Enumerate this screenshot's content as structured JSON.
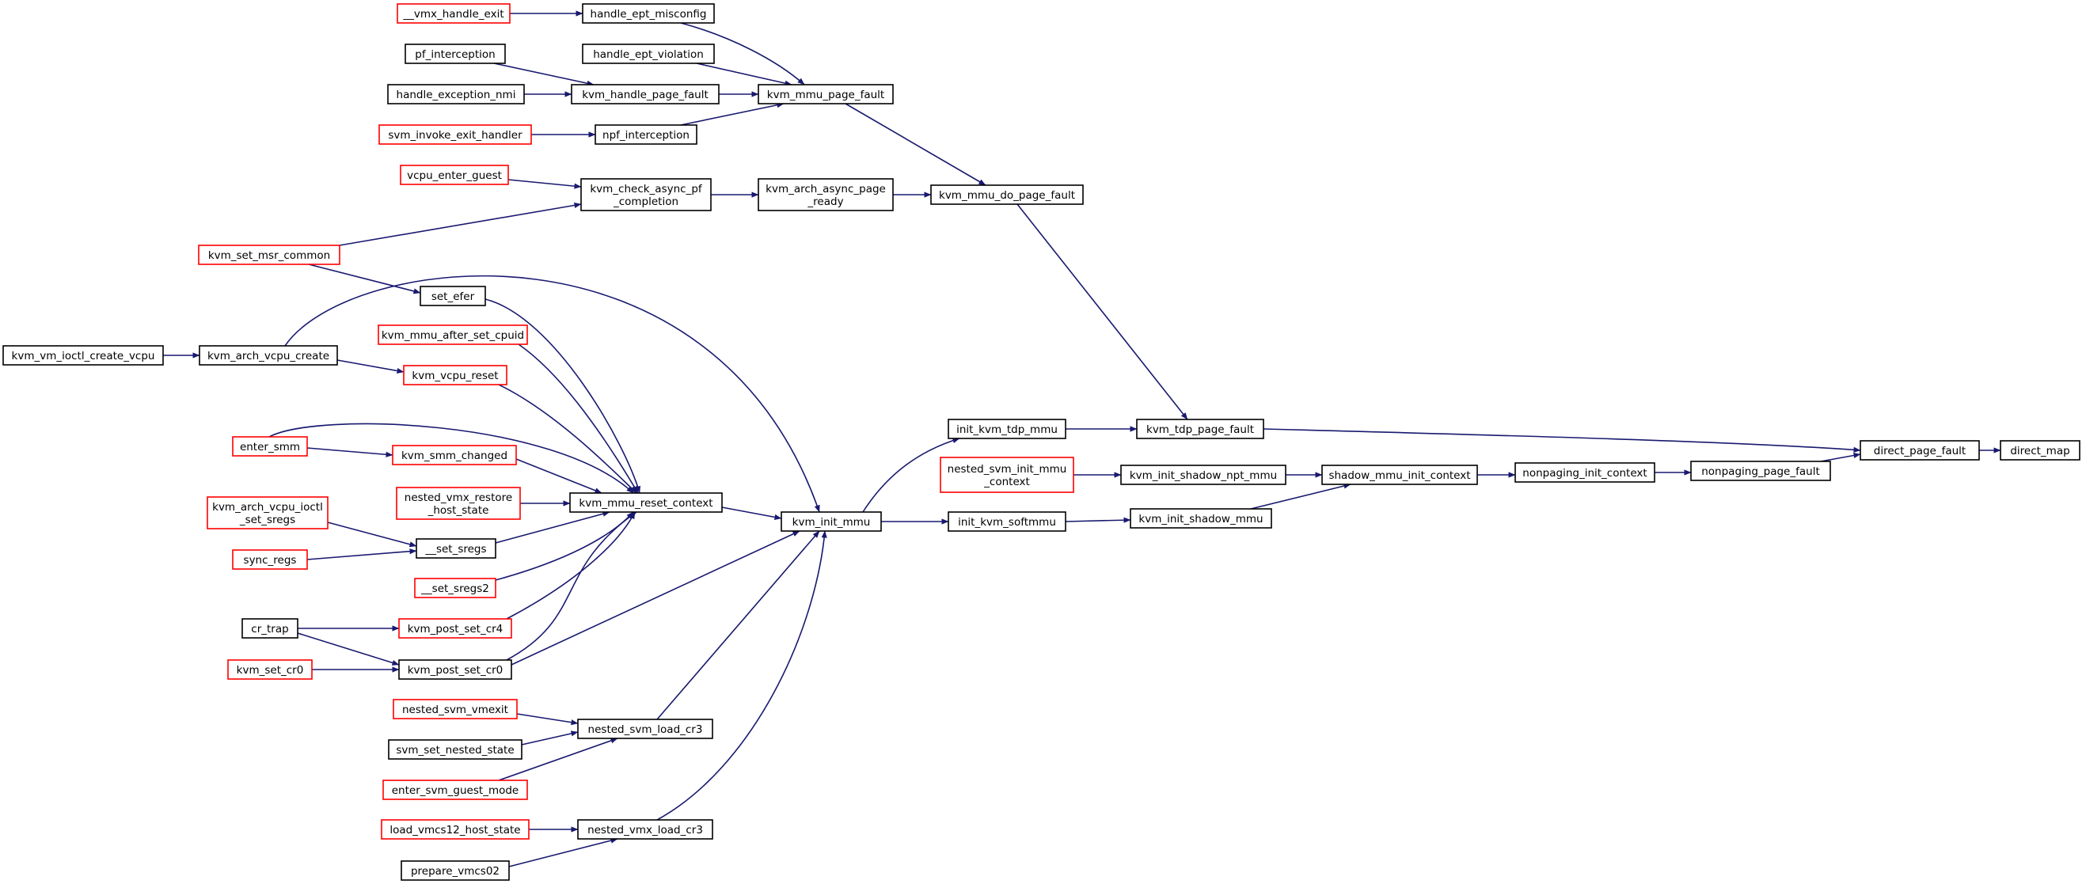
{
  "colors": {
    "edge": "#191970",
    "border_default": "#000000",
    "border_external": "#ff0000",
    "highlight_fill": "#999999"
  },
  "nodes": [
    {
      "id": "direct_map",
      "label": [
        "direct_map"
      ],
      "style": "highlight"
    },
    {
      "id": "direct_page_fault",
      "label": [
        "direct_page_fault"
      ],
      "style": "normal"
    },
    {
      "id": "kvm_tdp_page_fault",
      "label": [
        "kvm_tdp_page_fault"
      ],
      "style": "normal"
    },
    {
      "id": "nonpaging_page_fault",
      "label": [
        "nonpaging_page_fault"
      ],
      "style": "normal"
    },
    {
      "id": "nonpaging_init_context",
      "label": [
        "nonpaging_init_context"
      ],
      "style": "normal"
    },
    {
      "id": "shadow_mmu_init_context",
      "label": [
        "shadow_mmu_init_context"
      ],
      "style": "normal"
    },
    {
      "id": "kvm_init_shadow_npt_mmu",
      "label": [
        "kvm_init_shadow_npt_mmu"
      ],
      "style": "normal"
    },
    {
      "id": "kvm_init_shadow_mmu",
      "label": [
        "kvm_init_shadow_mmu"
      ],
      "style": "normal"
    },
    {
      "id": "init_kvm_tdp_mmu",
      "label": [
        "init_kvm_tdp_mmu"
      ],
      "style": "normal"
    },
    {
      "id": "nested_svm_init_mmu_context",
      "label": [
        "nested_svm_init_mmu",
        "_context"
      ],
      "style": "external"
    },
    {
      "id": "init_kvm_softmmu",
      "label": [
        "init_kvm_softmmu"
      ],
      "style": "normal"
    },
    {
      "id": "kvm_mmu_do_page_fault",
      "label": [
        "kvm_mmu_do_page_fault"
      ],
      "style": "normal"
    },
    {
      "id": "kvm_arch_async_page_ready",
      "label": [
        "kvm_arch_async_page",
        "_ready"
      ],
      "style": "normal"
    },
    {
      "id": "kvm_mmu_page_fault",
      "label": [
        "kvm_mmu_page_fault"
      ],
      "style": "normal"
    },
    {
      "id": "handle_ept_misconfig",
      "label": [
        "handle_ept_misconfig"
      ],
      "style": "normal"
    },
    {
      "id": "handle_ept_violation",
      "label": [
        "handle_ept_violation"
      ],
      "style": "normal"
    },
    {
      "id": "kvm_handle_page_fault",
      "label": [
        "kvm_handle_page_fault"
      ],
      "style": "normal"
    },
    {
      "id": "npf_interception",
      "label": [
        "npf_interception"
      ],
      "style": "normal"
    },
    {
      "id": "__vmx_handle_exit",
      "label": [
        "__vmx_handle_exit"
      ],
      "style": "external"
    },
    {
      "id": "pf_interception",
      "label": [
        "pf_interception"
      ],
      "style": "normal"
    },
    {
      "id": "handle_exception_nmi",
      "label": [
        "handle_exception_nmi"
      ],
      "style": "normal"
    },
    {
      "id": "svm_invoke_exit_handler",
      "label": [
        "svm_invoke_exit_handler"
      ],
      "style": "external"
    },
    {
      "id": "kvm_check_async_pf_completion",
      "label": [
        "kvm_check_async_pf",
        "_completion"
      ],
      "style": "normal"
    },
    {
      "id": "vcpu_enter_guest",
      "label": [
        "vcpu_enter_guest"
      ],
      "style": "external"
    },
    {
      "id": "kvm_set_msr_common",
      "label": [
        "kvm_set_msr_common"
      ],
      "style": "external"
    },
    {
      "id": "kvm_init_mmu",
      "label": [
        "kvm_init_mmu"
      ],
      "style": "normal"
    },
    {
      "id": "kvm_mmu_reset_context",
      "label": [
        "kvm_mmu_reset_context"
      ],
      "style": "normal"
    },
    {
      "id": "nested_svm_load_cr3",
      "label": [
        "nested_svm_load_cr3"
      ],
      "style": "normal"
    },
    {
      "id": "nested_vmx_load_cr3",
      "label": [
        "nested_vmx_load_cr3"
      ],
      "style": "normal"
    },
    {
      "id": "kvm_arch_vcpu_create",
      "label": [
        "kvm_arch_vcpu_create"
      ],
      "style": "normal"
    },
    {
      "id": "kvm_vm_ioctl_create_vcpu",
      "label": [
        "kvm_vm_ioctl_create_vcpu"
      ],
      "style": "normal"
    },
    {
      "id": "set_efer",
      "label": [
        "set_efer"
      ],
      "style": "normal"
    },
    {
      "id": "kvm_mmu_after_set_cpuid",
      "label": [
        "kvm_mmu_after_set_cpuid"
      ],
      "style": "external"
    },
    {
      "id": "kvm_vcpu_reset",
      "label": [
        "kvm_vcpu_reset"
      ],
      "style": "external"
    },
    {
      "id": "kvm_smm_changed",
      "label": [
        "kvm_smm_changed"
      ],
      "style": "external"
    },
    {
      "id": "enter_smm",
      "label": [
        "enter_smm"
      ],
      "style": "external"
    },
    {
      "id": "nested_vmx_restore_host_state",
      "label": [
        "nested_vmx_restore",
        "_host_state"
      ],
      "style": "external"
    },
    {
      "id": "__set_sregs",
      "label": [
        "__set_sregs"
      ],
      "style": "normal"
    },
    {
      "id": "kvm_arch_vcpu_ioctl_set_sregs",
      "label": [
        "kvm_arch_vcpu_ioctl",
        "_set_sregs"
      ],
      "style": "external"
    },
    {
      "id": "sync_regs",
      "label": [
        "sync_regs"
      ],
      "style": "external"
    },
    {
      "id": "__set_sregs2",
      "label": [
        "__set_sregs2"
      ],
      "style": "external"
    },
    {
      "id": "kvm_post_set_cr4",
      "label": [
        "kvm_post_set_cr4"
      ],
      "style": "external"
    },
    {
      "id": "kvm_post_set_cr0",
      "label": [
        "kvm_post_set_cr0"
      ],
      "style": "normal"
    },
    {
      "id": "cr_trap",
      "label": [
        "cr_trap"
      ],
      "style": "normal"
    },
    {
      "id": "kvm_set_cr0",
      "label": [
        "kvm_set_cr0"
      ],
      "style": "external"
    },
    {
      "id": "nested_svm_vmexit",
      "label": [
        "nested_svm_vmexit"
      ],
      "style": "external"
    },
    {
      "id": "svm_set_nested_state",
      "label": [
        "svm_set_nested_state"
      ],
      "style": "normal"
    },
    {
      "id": "enter_svm_guest_mode",
      "label": [
        "enter_svm_guest_mode"
      ],
      "style": "external"
    },
    {
      "id": "load_vmcs12_host_state",
      "label": [
        "load_vmcs12_host_state"
      ],
      "style": "external"
    },
    {
      "id": "prepare_vmcs02",
      "label": [
        "prepare_vmcs02"
      ],
      "style": "normal"
    }
  ],
  "edges": [
    {
      "from": "direct_page_fault",
      "to": "direct_map"
    },
    {
      "from": "kvm_tdp_page_fault",
      "to": "direct_page_fault"
    },
    {
      "from": "nonpaging_page_fault",
      "to": "direct_page_fault"
    },
    {
      "from": "nonpaging_init_context",
      "to": "nonpaging_page_fault"
    },
    {
      "from": "shadow_mmu_init_context",
      "to": "nonpaging_init_context"
    },
    {
      "from": "kvm_init_shadow_npt_mmu",
      "to": "shadow_mmu_init_context"
    },
    {
      "from": "kvm_init_shadow_mmu",
      "to": "shadow_mmu_init_context"
    },
    {
      "from": "init_kvm_tdp_mmu",
      "to": "kvm_tdp_page_fault"
    },
    {
      "from": "kvm_mmu_do_page_fault",
      "to": "kvm_tdp_page_fault"
    },
    {
      "from": "nested_svm_init_mmu_context",
      "to": "kvm_init_shadow_npt_mmu"
    },
    {
      "from": "init_kvm_softmmu",
      "to": "kvm_init_shadow_mmu"
    },
    {
      "from": "kvm_init_mmu",
      "to": "init_kvm_tdp_mmu"
    },
    {
      "from": "kvm_init_mmu",
      "to": "init_kvm_softmmu"
    },
    {
      "from": "kvm_arch_async_page_ready",
      "to": "kvm_mmu_do_page_fault"
    },
    {
      "from": "kvm_mmu_page_fault",
      "to": "kvm_mmu_do_page_fault"
    },
    {
      "from": "kvm_check_async_pf_completion",
      "to": "kvm_arch_async_page_ready"
    },
    {
      "from": "handle_ept_misconfig",
      "to": "kvm_mmu_page_fault"
    },
    {
      "from": "handle_ept_violation",
      "to": "kvm_mmu_page_fault"
    },
    {
      "from": "kvm_handle_page_fault",
      "to": "kvm_mmu_page_fault"
    },
    {
      "from": "npf_interception",
      "to": "kvm_mmu_page_fault"
    },
    {
      "from": "__vmx_handle_exit",
      "to": "handle_ept_misconfig"
    },
    {
      "from": "pf_interception",
      "to": "kvm_handle_page_fault"
    },
    {
      "from": "handle_exception_nmi",
      "to": "kvm_handle_page_fault"
    },
    {
      "from": "svm_invoke_exit_handler",
      "to": "npf_interception"
    },
    {
      "from": "vcpu_enter_guest",
      "to": "kvm_check_async_pf_completion"
    },
    {
      "from": "kvm_set_msr_common",
      "to": "kvm_check_async_pf_completion"
    },
    {
      "from": "kvm_set_msr_common",
      "to": "set_efer"
    },
    {
      "from": "kvm_mmu_reset_context",
      "to": "kvm_init_mmu"
    },
    {
      "from": "kvm_arch_vcpu_create",
      "to": "kvm_init_mmu"
    },
    {
      "from": "kvm_post_set_cr0",
      "to": "kvm_init_mmu"
    },
    {
      "from": "nested_svm_load_cr3",
      "to": "kvm_init_mmu"
    },
    {
      "from": "nested_vmx_load_cr3",
      "to": "kvm_init_mmu"
    },
    {
      "from": "kvm_vm_ioctl_create_vcpu",
      "to": "kvm_arch_vcpu_create"
    },
    {
      "from": "kvm_arch_vcpu_create",
      "to": "kvm_vcpu_reset"
    },
    {
      "from": "set_efer",
      "to": "kvm_mmu_reset_context"
    },
    {
      "from": "kvm_mmu_after_set_cpuid",
      "to": "kvm_mmu_reset_context"
    },
    {
      "from": "kvm_vcpu_reset",
      "to": "kvm_mmu_reset_context"
    },
    {
      "from": "enter_smm",
      "to": "kvm_mmu_reset_context"
    },
    {
      "from": "kvm_smm_changed",
      "to": "kvm_mmu_reset_context"
    },
    {
      "from": "nested_vmx_restore_host_state",
      "to": "kvm_mmu_reset_context"
    },
    {
      "from": "__set_sregs",
      "to": "kvm_mmu_reset_context"
    },
    {
      "from": "__set_sregs2",
      "to": "kvm_mmu_reset_context"
    },
    {
      "from": "kvm_post_set_cr4",
      "to": "kvm_mmu_reset_context"
    },
    {
      "from": "kvm_post_set_cr0",
      "to": "kvm_mmu_reset_context"
    },
    {
      "from": "enter_smm",
      "to": "kvm_smm_changed"
    },
    {
      "from": "kvm_arch_vcpu_ioctl_set_sregs",
      "to": "__set_sregs"
    },
    {
      "from": "sync_regs",
      "to": "__set_sregs"
    },
    {
      "from": "cr_trap",
      "to": "kvm_post_set_cr4"
    },
    {
      "from": "cr_trap",
      "to": "kvm_post_set_cr0"
    },
    {
      "from": "kvm_set_cr0",
      "to": "kvm_post_set_cr0"
    },
    {
      "from": "nested_svm_vmexit",
      "to": "nested_svm_load_cr3"
    },
    {
      "from": "svm_set_nested_state",
      "to": "nested_svm_load_cr3"
    },
    {
      "from": "enter_svm_guest_mode",
      "to": "nested_svm_load_cr3"
    },
    {
      "from": "load_vmcs12_host_state",
      "to": "nested_vmx_load_cr3"
    },
    {
      "from": "prepare_vmcs02",
      "to": "nested_vmx_load_cr3"
    }
  ]
}
